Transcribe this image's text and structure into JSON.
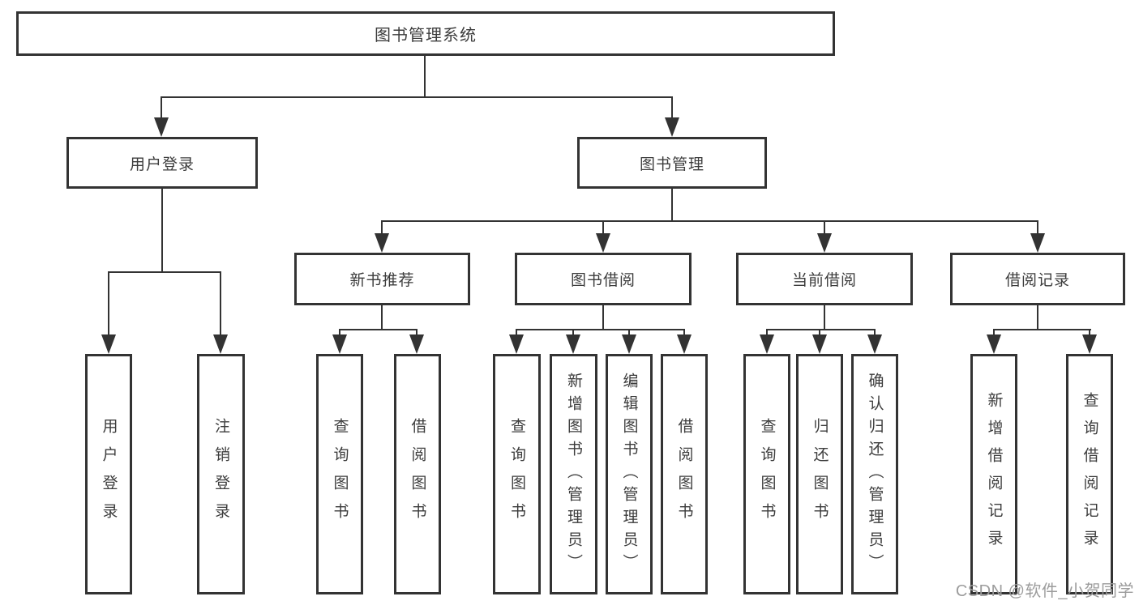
{
  "diagram": {
    "title": "图书管理系统",
    "watermark": "CSDN @软件_小贺同学",
    "colors": {
      "line": "#333333",
      "box_border": "#333333",
      "background": "#ffffff",
      "text": "#3c3c3c",
      "watermark": "#9c9c9c"
    },
    "nodes": {
      "root": {
        "label": "图书管理系统"
      },
      "user_login": {
        "label": "用户登录"
      },
      "book_mgmt": {
        "label": "图书管理"
      },
      "new_book_rec": {
        "label": "新书推荐"
      },
      "book_borrow": {
        "label": "图书借阅"
      },
      "current_borrow": {
        "label": "当前借阅"
      },
      "borrow_records": {
        "label": "借阅记录"
      },
      "leaf_user_login": {
        "label": "用户登录"
      },
      "leaf_logout": {
        "label": "注销登录"
      },
      "leaf_query_book_1": {
        "label": "查询图书"
      },
      "leaf_borrow_book_1": {
        "label": "借阅图书"
      },
      "leaf_query_book_2": {
        "label": "查询图书"
      },
      "leaf_add_book_admin": {
        "label": "新增图书（管理员）"
      },
      "leaf_edit_book_admin": {
        "label": "编辑图书（管理员）"
      },
      "leaf_borrow_book_2": {
        "label": "借阅图书"
      },
      "leaf_query_book_3": {
        "label": "查询图书"
      },
      "leaf_return_book": {
        "label": "归还图书"
      },
      "leaf_confirm_return_admin": {
        "label": "确认归还（管理员）"
      },
      "leaf_add_borrow_record": {
        "label": "新增借阅记录"
      },
      "leaf_query_borrow_record": {
        "label": "查询借阅记录"
      }
    }
  }
}
